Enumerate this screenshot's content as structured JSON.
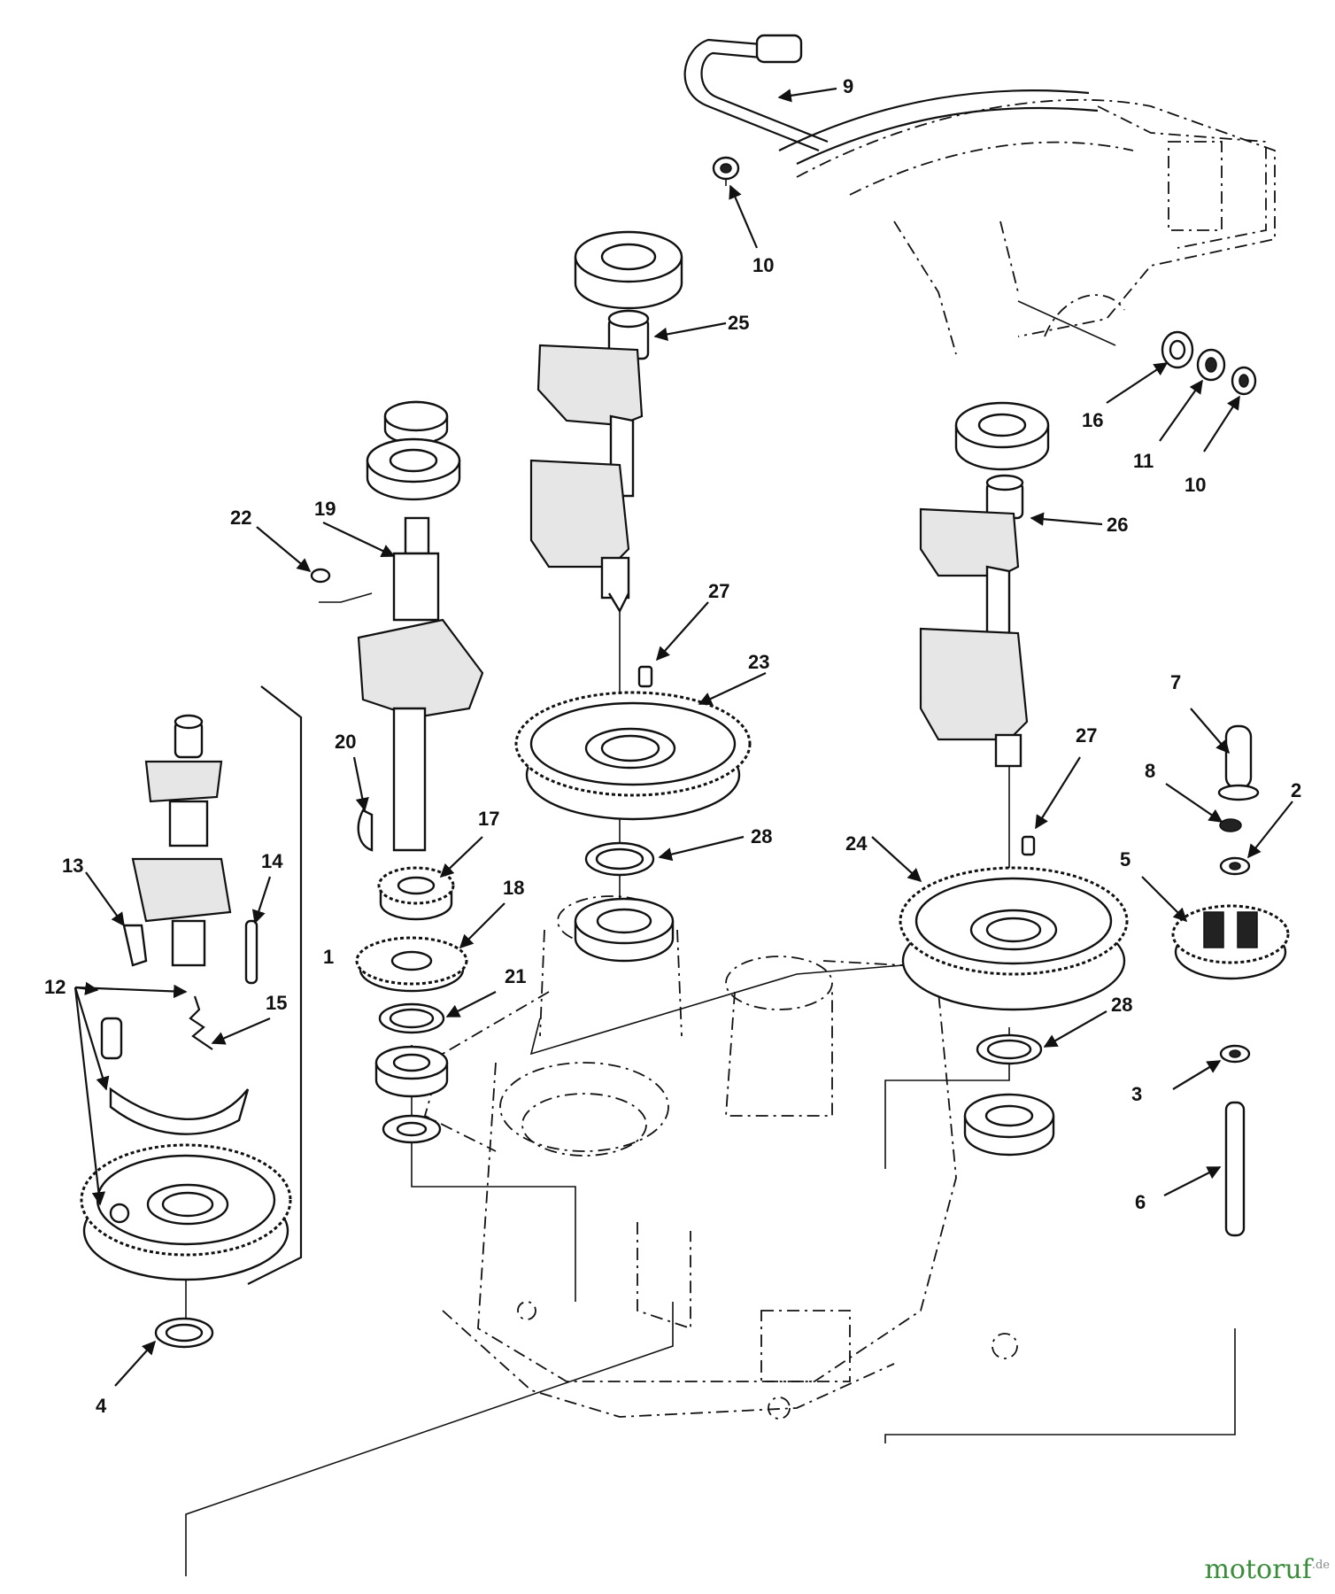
{
  "callouts": [
    "1",
    "2",
    "3",
    "4",
    "5",
    "6",
    "7",
    "8",
    "9",
    "10",
    "10",
    "11",
    "12",
    "13",
    "14",
    "15",
    "16",
    "17",
    "18",
    "19",
    "20",
    "21",
    "22",
    "23",
    "24",
    "25",
    "26",
    "27",
    "27",
    "28",
    "28"
  ],
  "watermark": {
    "brand": "motoruf",
    "tld": ".de"
  }
}
